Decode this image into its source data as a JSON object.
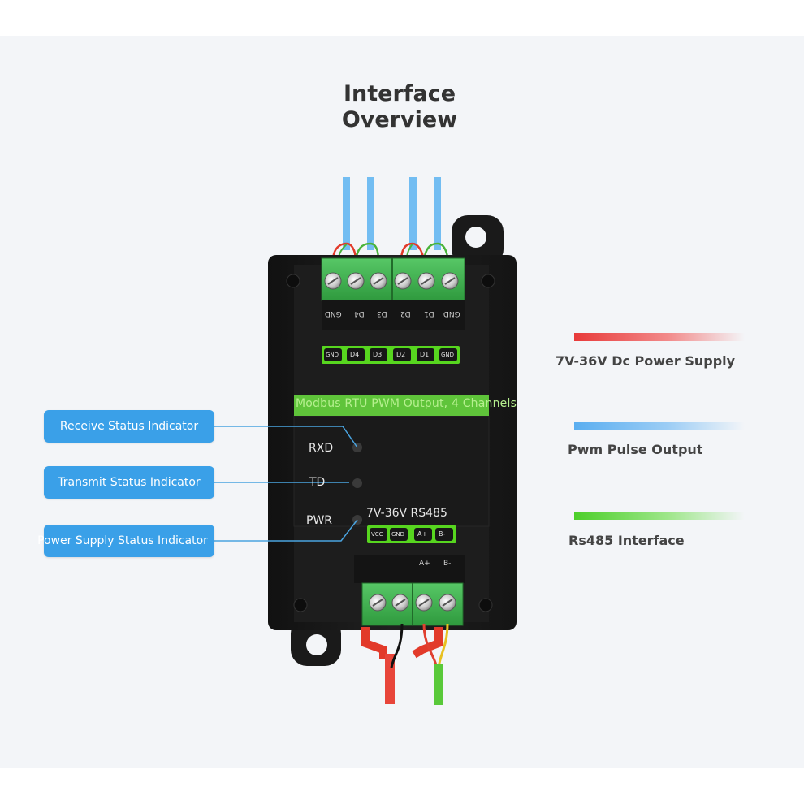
{
  "title": {
    "line1": "Interface",
    "line2": "Overview"
  },
  "callouts": {
    "receive": "Receive Status Indicator",
    "transmit": "Transmit Status Indicator",
    "power": "Power Supply Status Indicator"
  },
  "legend": [
    {
      "label": "7V-36V Dc Power Supply",
      "color": "#e83a3a"
    },
    {
      "label": "Pwm Pulse Output",
      "color": "#5aaef0"
    },
    {
      "label": "Rs485 Interface",
      "color": "#4ccf2a"
    }
  ],
  "device": {
    "banner": "Modbus RTU PWM Output, 4 Channels",
    "indicators": {
      "rxd": "RXD",
      "td": "TD",
      "pwr": "PWR"
    },
    "voltage_label": "7V-36V RS485",
    "top_terminal_pins": [
      "GND",
      "D4",
      "D3",
      "D2",
      "D1",
      "GND"
    ],
    "top_pin_strip": [
      "GND",
      "D4",
      "D3",
      "D2",
      "D1",
      "GND"
    ],
    "bottom_pin_strip": [
      "VCC",
      "GND",
      "A+",
      "B-"
    ],
    "bottom_terminal_labels": [
      "A+",
      "B-"
    ]
  },
  "colors": {
    "callout": "#3aa0e8",
    "device_body": "#1b1b1b",
    "terminal_green": "#3fb24a",
    "pin_strip": "#57d61f",
    "power_wire": "#e23a2a",
    "signal_wire": "#6ab7f0",
    "rs485_wire": "#58c93a"
  }
}
